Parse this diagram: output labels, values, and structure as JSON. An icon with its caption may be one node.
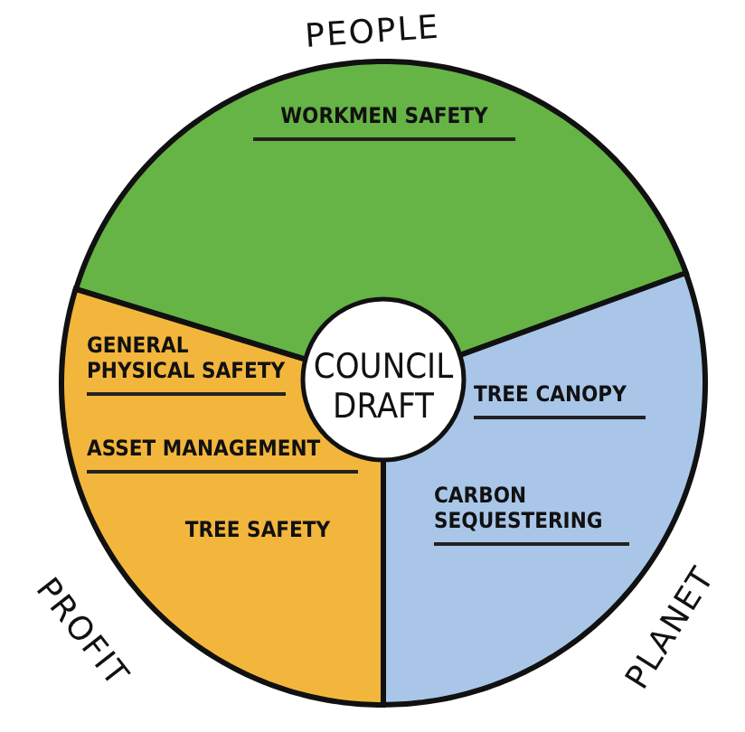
{
  "diagram": {
    "nodes": [
      {
        "text": [
          "WORKMEN SAFETY"
        ],
        "beside": [
          "PEOPLE"
        ]
      },
      {
        "text": [
          "GENERAL PHYSICAL SAFETY",
          "ASSET MANAGEMENT",
          "TREE SAFETY"
        ],
        "beside": [
          "PROFIT"
        ]
      },
      {
        "text": [
          "TREE CANOPY",
          "CARBON SEQUESTERING"
        ],
        "beside": [
          "PLANET"
        ]
      },
      {
        "text": [
          "COUNCIL DRAFT"
        ]
      }
    ],
    "edges": []
  }
}
